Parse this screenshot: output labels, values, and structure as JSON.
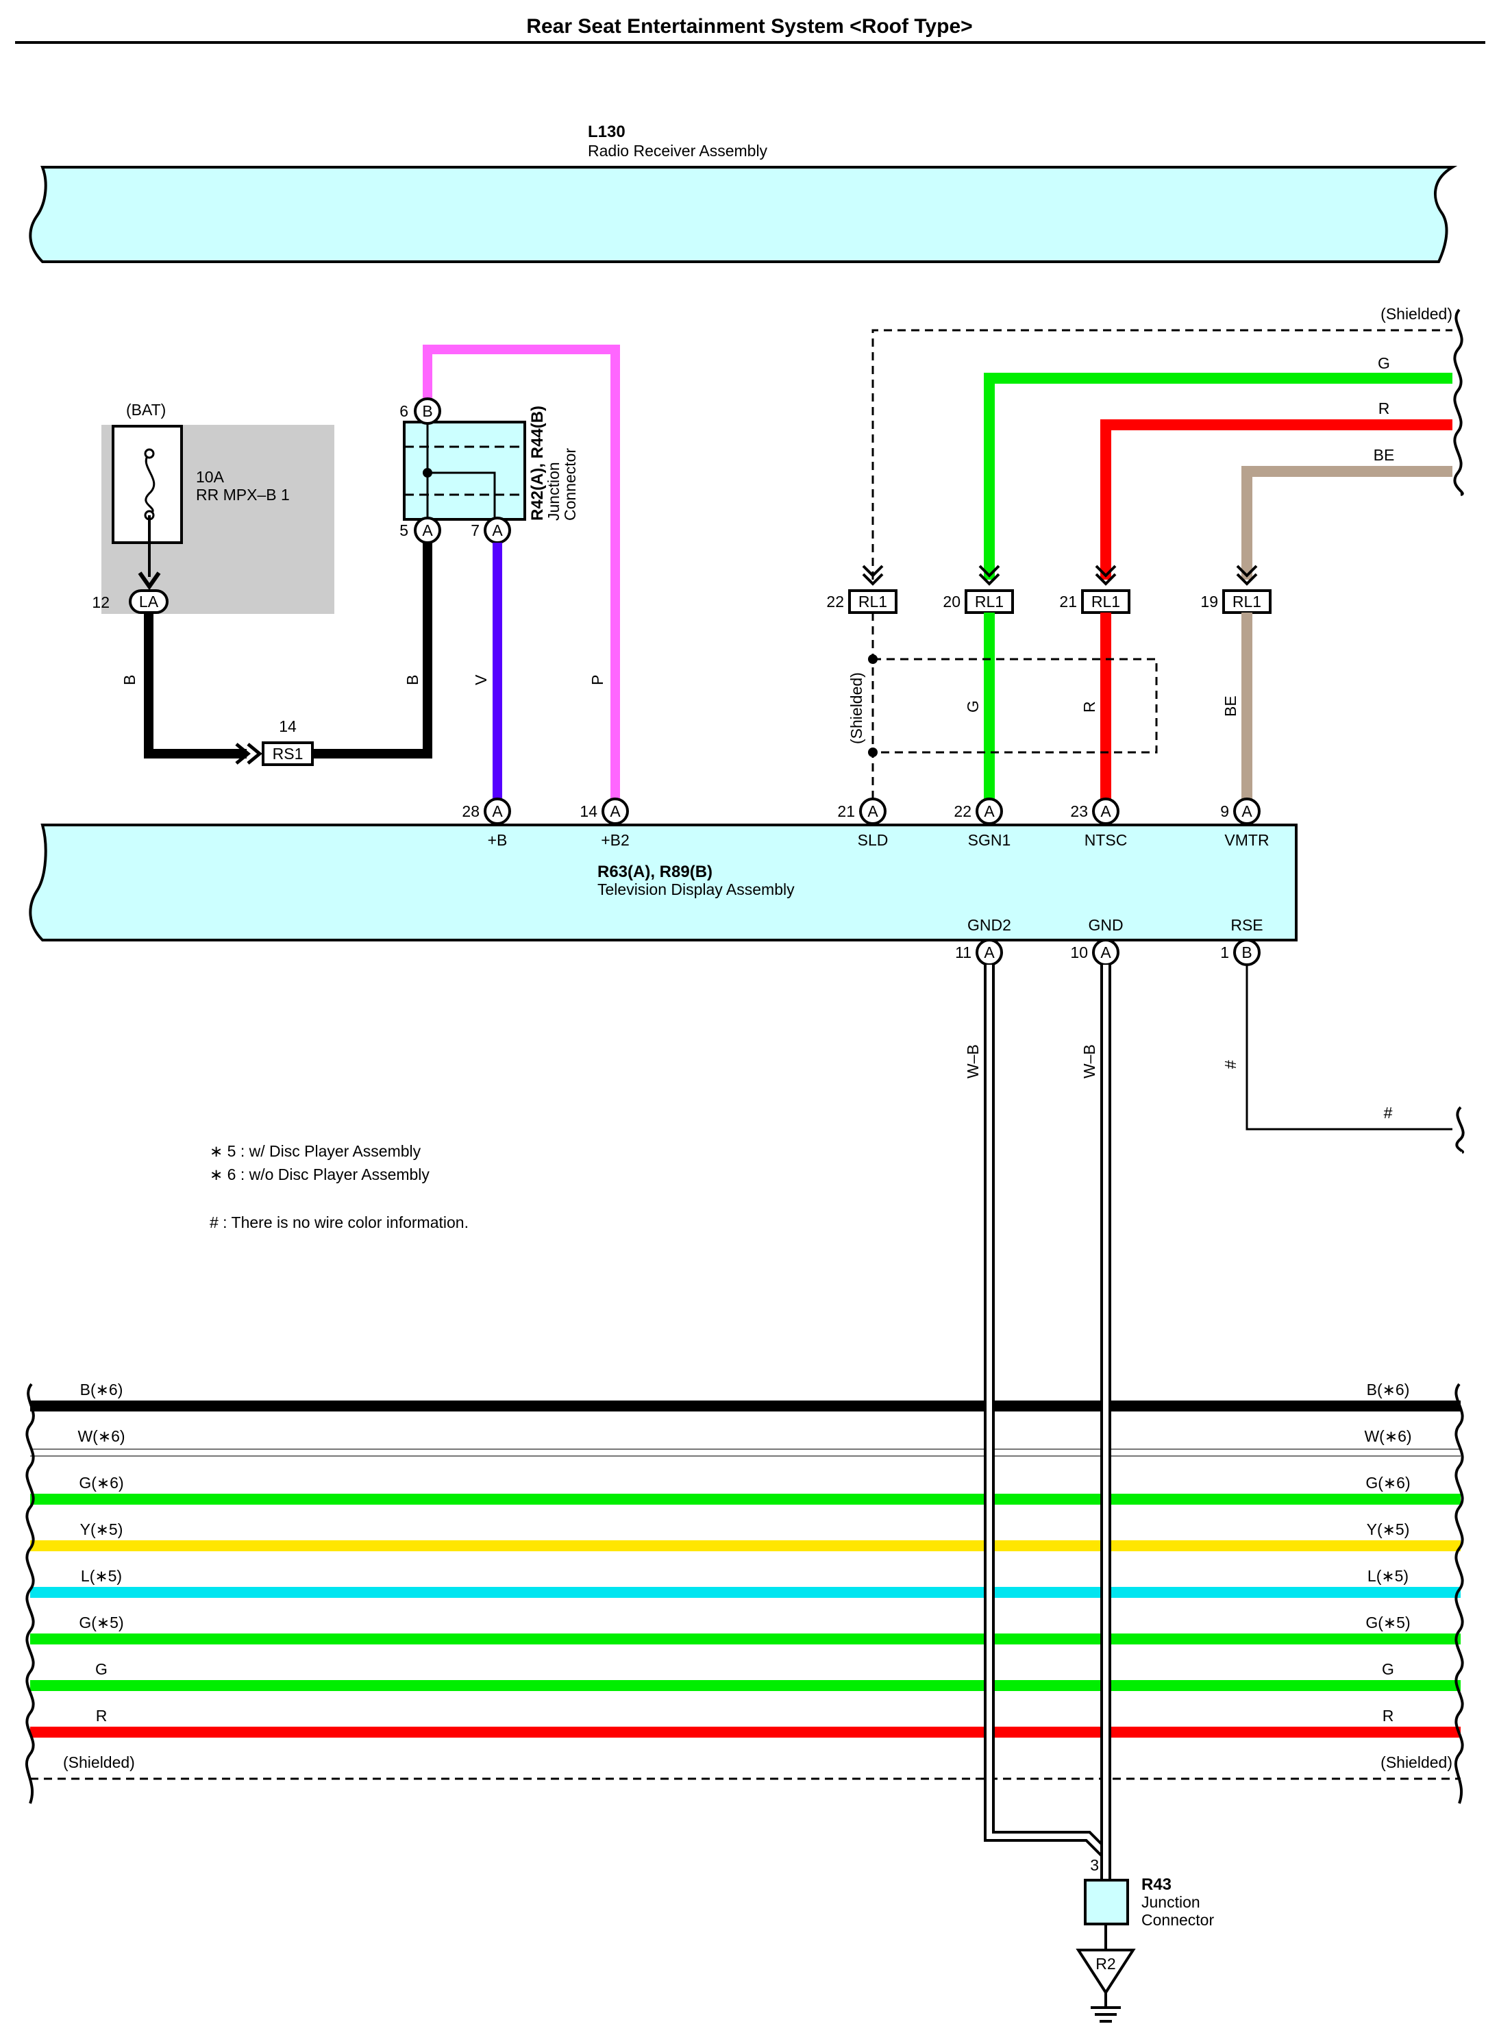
{
  "title": "Rear Seat Entertainment System <Roof Type>",
  "components": {
    "radio": {
      "code": "L130",
      "name": "Radio Receiver Assembly"
    },
    "tv": {
      "code": "R63(A), R89(B)",
      "name": "Television Display Assembly"
    },
    "junction_r42": {
      "code": "R42(A), R44(B)",
      "line1": "Junction",
      "line2": "Connector"
    },
    "junction_r43": {
      "code": "R43",
      "line1": "Junction",
      "line2": "Connector",
      "pin": "3"
    },
    "ground": "R2",
    "fuse": {
      "source": "(BAT)",
      "rating": "10A",
      "name": "RR MPX–B 1"
    }
  },
  "connectors": {
    "la": {
      "pin": "12",
      "label": "LA"
    },
    "rs1": {
      "pin": "14",
      "label": "RS1"
    },
    "j6": {
      "pin": "6",
      "label": "B"
    },
    "j5": {
      "pin": "5",
      "label": "A"
    },
    "j7": {
      "pin": "7",
      "label": "A"
    },
    "rl22": {
      "pin": "22",
      "label": "RL1"
    },
    "rl20": {
      "pin": "20",
      "label": "RL1"
    },
    "rl21": {
      "pin": "21",
      "label": "RL1"
    },
    "rl19": {
      "pin": "19",
      "label": "RL1"
    }
  },
  "tv_top_pins": [
    {
      "pin": "28",
      "conn": "A",
      "label": "+B"
    },
    {
      "pin": "14",
      "conn": "A",
      "label": "+B2"
    },
    {
      "pin": "21",
      "conn": "A",
      "label": "SLD"
    },
    {
      "pin": "22",
      "conn": "A",
      "label": "SGN1"
    },
    {
      "pin": "23",
      "conn": "A",
      "label": "NTSC"
    },
    {
      "pin": "9",
      "conn": "A",
      "label": "VMTR"
    }
  ],
  "tv_bottom_pins": [
    {
      "pin": "11",
      "conn": "A",
      "label": "GND2"
    },
    {
      "pin": "10",
      "conn": "A",
      "label": "GND"
    },
    {
      "pin": "1",
      "conn": "B",
      "label": "RSE"
    }
  ],
  "wire_labels": {
    "b1": "B",
    "b2": "B",
    "v": "V",
    "p": "P",
    "g": "G",
    "r": "R",
    "be": "BE",
    "shielded_v": "(Shielded)",
    "wb1": "W–B",
    "wb2": "W–B",
    "hash_v": "#",
    "hash_h": "#"
  },
  "right_feed": [
    {
      "label": "(Shielded)",
      "color": "#000000"
    },
    {
      "label": "G",
      "color": "#00ee00"
    },
    {
      "label": "R",
      "color": "#ff0000"
    },
    {
      "label": "BE",
      "color": "#b7a28e"
    }
  ],
  "notes": [
    "∗ 5 : w/ Disc Player Assembly",
    "∗ 6 : w/o Disc Player Assembly",
    "# : There is no wire color information."
  ],
  "bus_wires": [
    {
      "left": "B(∗6)",
      "right": "B(∗6)",
      "color": "#000000"
    },
    {
      "left": "W(∗6)",
      "right": "W(∗6)",
      "color": "#ffffff"
    },
    {
      "left": "G(∗6)",
      "right": "G(∗6)",
      "color": "#00ee00"
    },
    {
      "left": "Y(∗5)",
      "right": "Y(∗5)",
      "color": "#ffe600"
    },
    {
      "left": "L(∗5)",
      "right": "L(∗5)",
      "color": "#00e5f0"
    },
    {
      "left": "G(∗5)",
      "right": "G(∗5)",
      "color": "#00ee00"
    },
    {
      "left": "G",
      "right": "G",
      "color": "#00ee00"
    },
    {
      "left": "R",
      "right": "R",
      "color": "#ff0000"
    },
    {
      "left": "(Shielded)",
      "right": "(Shielded)",
      "color": "#000000"
    }
  ],
  "colors": {
    "assembly_fill": "#ccffff",
    "fuse_box": "#cccccc",
    "wire_violet": "#5500ff",
    "wire_pink": "#ff66ff",
    "wire_beige": "#b7a28e",
    "wire_green": "#00ee00",
    "wire_red": "#ff0000"
  }
}
